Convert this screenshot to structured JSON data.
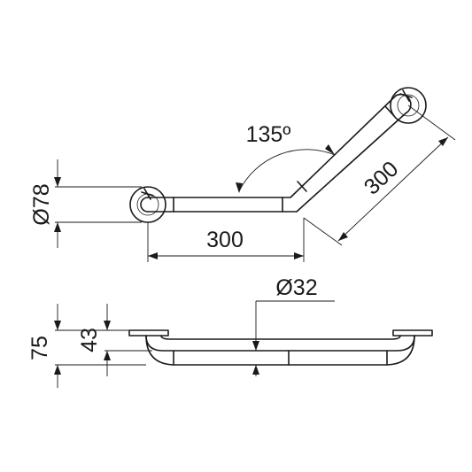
{
  "top_view": {
    "angle_label": "135º",
    "length_horizontal_label": "300",
    "length_angled_label": "300",
    "flange_diameter_label": "Ø78"
  },
  "side_view": {
    "tube_diameter_label": "Ø32",
    "total_depth_label": "75",
    "axis_depth_label": "43"
  }
}
